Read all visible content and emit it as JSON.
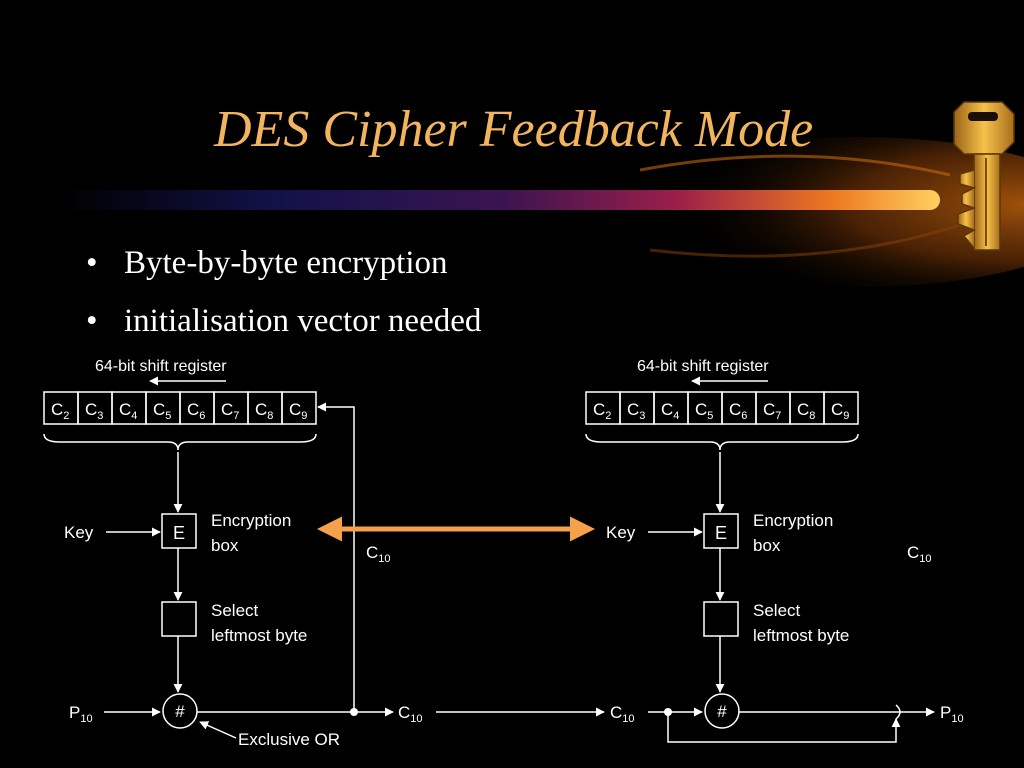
{
  "slide": {
    "title": "DES Cipher Feedback Mode",
    "bullets": [
      "Byte-by-byte encryption",
      "initialisation vector needed"
    ]
  },
  "colors": {
    "title": "#f2b45e",
    "arrow": "#f5a04a",
    "background": "#000000",
    "diagram_lines": "#ffffff"
  },
  "icons": {
    "decoration": "key-icon"
  },
  "diagram": {
    "register_label": "64-bit shift register",
    "cells": [
      "C",
      "C",
      "C",
      "C",
      "C",
      "C",
      "C",
      "C"
    ],
    "cell_subscripts": [
      "2",
      "3",
      "4",
      "5",
      "6",
      "7",
      "8",
      "9"
    ],
    "key_label": "Key",
    "encrypt_box_letter": "E",
    "encrypt_label": [
      "Encryption",
      "box"
    ],
    "select_label": [
      "Select",
      "leftmost byte"
    ],
    "xor_symbol": "#",
    "xor_label": "Exclusive OR",
    "c10": {
      "main": "C",
      "sub": "10"
    },
    "p10": {
      "main": "P",
      "sub": "10"
    }
  }
}
